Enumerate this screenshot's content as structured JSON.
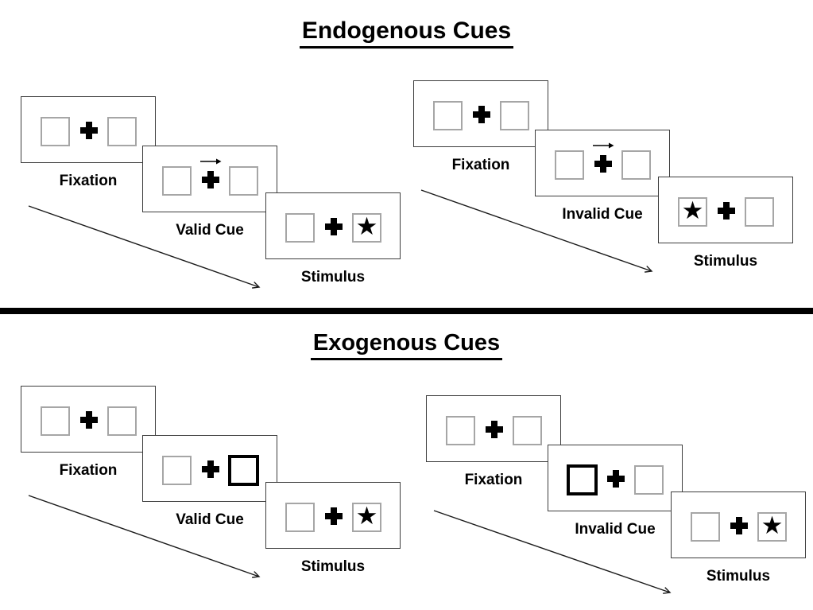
{
  "sections": [
    {
      "title": "Endogenous Cues",
      "groups": [
        {
          "condition": "valid",
          "cue_type": "central-arrow-right",
          "stimulus_side": "right",
          "panels": [
            {
              "label": "Fixation"
            },
            {
              "label": "Valid Cue"
            },
            {
              "label": "Stimulus"
            }
          ]
        },
        {
          "condition": "invalid",
          "cue_type": "central-arrow-right",
          "stimulus_side": "left",
          "panels": [
            {
              "label": "Fixation"
            },
            {
              "label": "Invalid Cue"
            },
            {
              "label": "Stimulus"
            }
          ]
        }
      ]
    },
    {
      "title": "Exogenous Cues",
      "groups": [
        {
          "condition": "valid",
          "cue_type": "peripheral-box-right",
          "stimulus_side": "right",
          "panels": [
            {
              "label": "Fixation"
            },
            {
              "label": "Valid Cue"
            },
            {
              "label": "Stimulus"
            }
          ]
        },
        {
          "condition": "invalid",
          "cue_type": "peripheral-box-left",
          "stimulus_side": "right",
          "panels": [
            {
              "label": "Fixation"
            },
            {
              "label": "Invalid Cue"
            },
            {
              "label": "Stimulus"
            }
          ]
        }
      ]
    }
  ],
  "icons": {
    "star": "★",
    "fixation_cross": "plus-cross",
    "cue_arrow": "right-arrow",
    "time_arrow": "diagonal-down-right-arrow"
  },
  "colors": {
    "background": "#ffffff",
    "panel_border": "#3d3d3d",
    "box_border": "#a6a6a6",
    "highlight_border": "#000000",
    "ink": "#000000"
  }
}
